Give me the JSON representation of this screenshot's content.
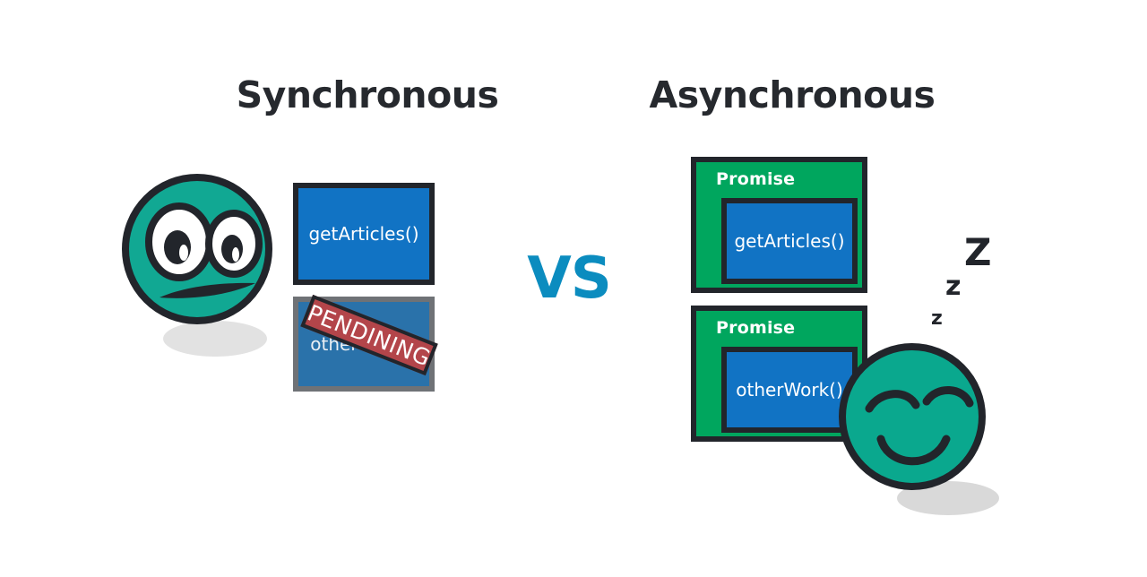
{
  "headings": {
    "left": "Synchronous",
    "right": "Asynchronous"
  },
  "versus": {
    "label": "VS",
    "color": "#0b8cbf"
  },
  "colors": {
    "code_box_blue": "#1173c4",
    "code_box_blue_dim": "#2a72aa",
    "promise_green": "#00a65e",
    "outline_dark": "#22252b",
    "outline_dim": "#6f7276",
    "stamp_red": "#b3454a",
    "face_teal": "#11a893",
    "face_teal_sleeping": "#0aa88e",
    "shadow_grey": "#e0e0e0",
    "title_text": "#26292e"
  },
  "synchronous": {
    "character": {
      "name": "waiting-face",
      "expression": "neutral-annoyed-waiting",
      "eyes": "open-wide",
      "mouth": "flat-frown"
    },
    "boxes": [
      {
        "label": "getArticles()",
        "state": "running",
        "dimmed": false
      },
      {
        "label": "otherWork()",
        "state": "blocked",
        "dimmed": true,
        "stamp": "PENDINING"
      }
    ]
  },
  "asynchronous": {
    "character": {
      "name": "sleeping-face",
      "expression": "content-sleeping",
      "eyes": "closed-arcs",
      "mouth": "smile",
      "sleep_marks": [
        "Z",
        "z",
        "z"
      ]
    },
    "promises": [
      {
        "container_label": "Promise",
        "label": "getArticles()"
      },
      {
        "container_label": "Promise",
        "label": "otherWork()"
      }
    ]
  }
}
